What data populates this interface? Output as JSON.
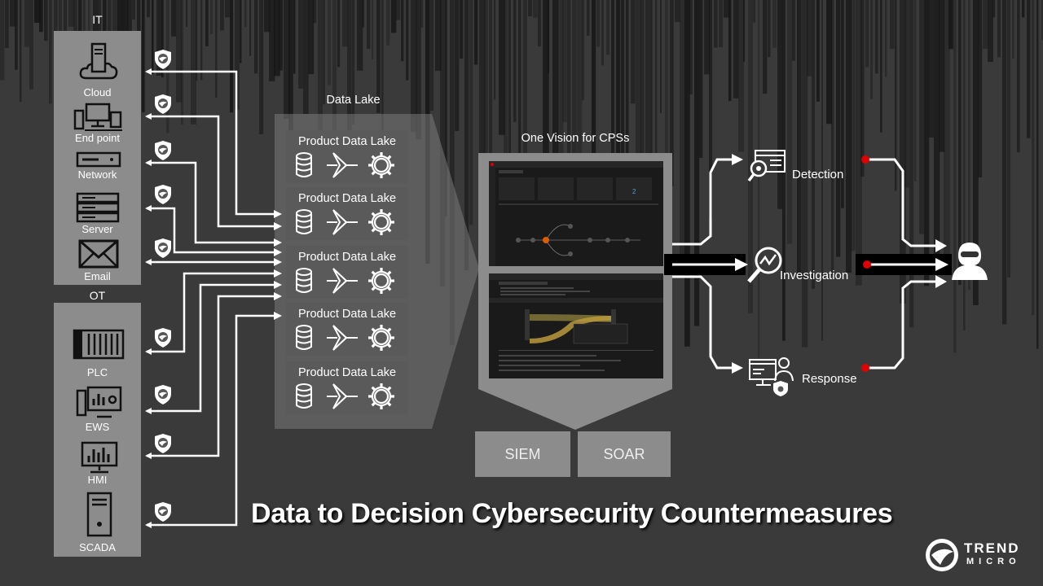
{
  "it_section": {
    "title": "IT",
    "items": [
      "Cloud",
      "End point",
      "Network",
      "Server",
      "Email"
    ]
  },
  "ot_section": {
    "title": "OT",
    "items": [
      "PLC",
      "EWS",
      "HMI",
      "SCADA"
    ]
  },
  "data_lake": {
    "title": "Data Lake",
    "product_label": "Product Data Lake"
  },
  "one_vision": {
    "title": "One Vision for CPSs"
  },
  "subsystems": [
    "SIEM",
    "SOAR"
  ],
  "outputs": {
    "detection": "Detection",
    "investigation": "Investigation",
    "response": "Response"
  },
  "main_title": "Data to Decision Cybersecurity Countermeasures",
  "brand": {
    "line1": "TREND",
    "line2": "MICRO"
  },
  "colors": {
    "background": "#3a3a3a",
    "panel": "#8c8c8c",
    "accent_red": "#e00000",
    "arrow": "#ffffff"
  }
}
